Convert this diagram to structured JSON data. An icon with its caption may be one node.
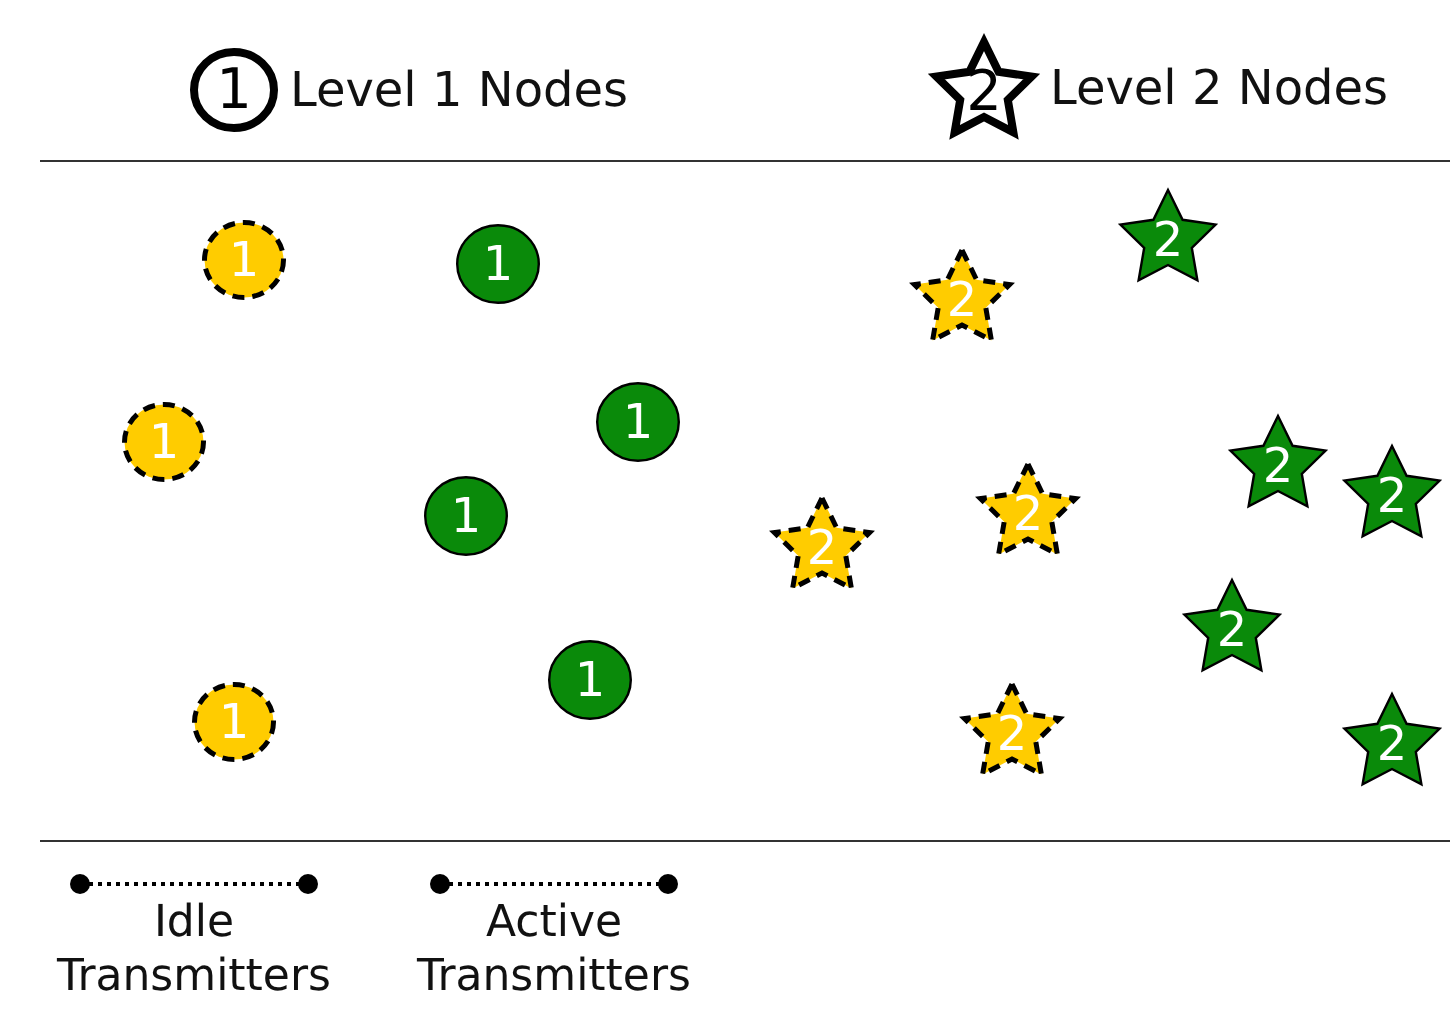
{
  "diagram": {
    "nodes": [
      {
        "text": [
          "1"
        ],
        "beside": [
          "Level 1 Nodes"
        ]
      },
      {
        "text": [
          "2"
        ],
        "beside": [
          "Level 2 Nodes"
        ]
      },
      {
        "text": [
          "2"
        ]
      },
      {
        "text": [
          "1"
        ]
      },
      {
        "text": [
          "1"
        ]
      },
      {
        "text": [
          "2"
        ]
      },
      {
        "text": [
          "1"
        ]
      },
      {
        "text": [
          "1"
        ]
      },
      {
        "text": [
          "2"
        ]
      },
      {
        "text": [
          "2"
        ]
      },
      {
        "text": [
          "2"
        ]
      },
      {
        "text": [
          "1"
        ]
      },
      {
        "text": [
          "2"
        ]
      },
      {
        "text": [
          "2"
        ]
      },
      {
        "text": [
          "1"
        ]
      },
      {
        "text": [
          "1"
        ]
      },
      {
        "text": [
          "2"
        ]
      },
      {
        "text": [
          "2"
        ]
      }
    ],
    "legend": [
      {
        "text": "Idle Transmitters"
      },
      {
        "text": "Active Transmitters"
      }
    ]
  }
}
